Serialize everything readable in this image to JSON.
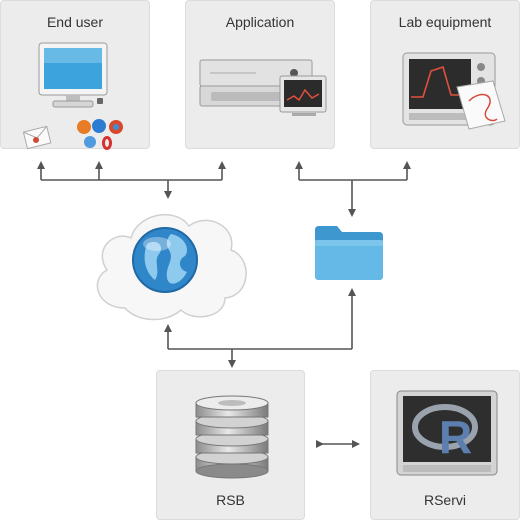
{
  "nodes": {
    "end_user": {
      "label": "End user",
      "icon": "monitor-icon"
    },
    "application": {
      "label": "Application",
      "icon": "server-icon"
    },
    "lab_equipment": {
      "label": "Lab equipment",
      "icon": "oscilloscope-icon"
    },
    "internet": {
      "icon": "globe-cloud-icon"
    },
    "file_share": {
      "icon": "folder-icon"
    },
    "rsb": {
      "label": "RSB",
      "icon": "database-icon"
    },
    "rservi": {
      "label": "RServi",
      "icon": "r-logo-icon"
    }
  },
  "colors": {
    "box_bg": "#ececec",
    "arrow": "#555555",
    "globe": "#2f86c8",
    "folder": "#4ea9dc"
  }
}
